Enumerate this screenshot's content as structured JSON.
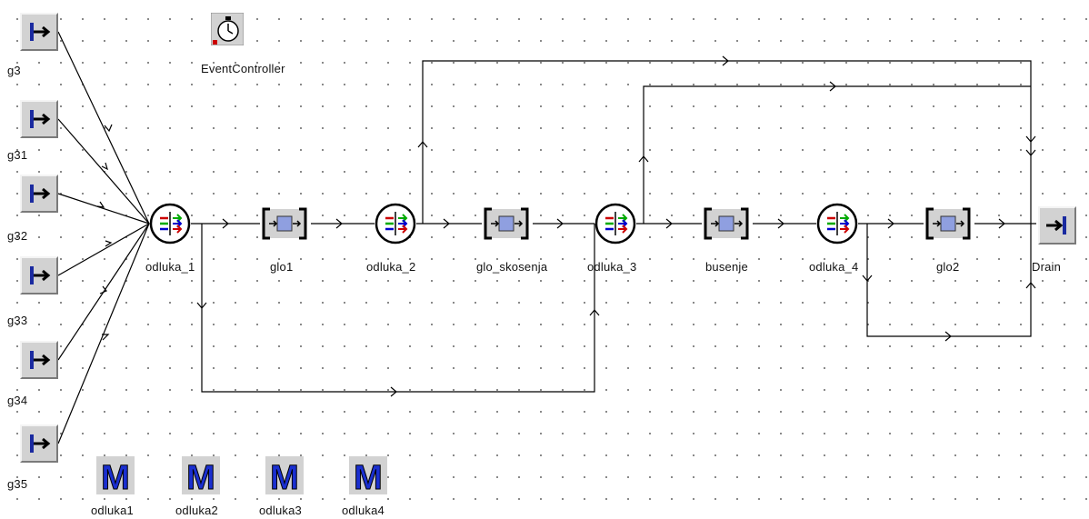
{
  "diagram": {
    "sources": [
      {
        "id": "g3",
        "label": "g3"
      },
      {
        "id": "g31",
        "label": "g31"
      },
      {
        "id": "g32",
        "label": "g32"
      },
      {
        "id": "g33",
        "label": "g33"
      },
      {
        "id": "g34",
        "label": "g34"
      },
      {
        "id": "g35",
        "label": "g35"
      }
    ],
    "selectors": [
      {
        "id": "odluka_1",
        "label": "odluka_1"
      },
      {
        "id": "odluka_2",
        "label": "odluka_2"
      },
      {
        "id": "odluka_3",
        "label": "odluka_3"
      },
      {
        "id": "odluka_4",
        "label": "odluka_4"
      }
    ],
    "servers": [
      {
        "id": "glo1",
        "label": "glo1"
      },
      {
        "id": "glo_skosenja",
        "label": "glo_skosenja"
      },
      {
        "id": "busenje",
        "label": "busenje"
      },
      {
        "id": "glo2",
        "label": "glo2"
      }
    ],
    "drain": {
      "id": "Drain",
      "label": "Drain"
    },
    "event_controller": {
      "label": "EventController"
    },
    "mcode_blocks": [
      {
        "label": "odluka1"
      },
      {
        "label": "odluka2"
      },
      {
        "label": "odluka3"
      },
      {
        "label": "odluka4"
      }
    ],
    "colors": {
      "block_fill": "#d2d2d2",
      "server_inner": "#8f9fe0",
      "mcode_letter": "#1a2fd0",
      "line": "#000000"
    }
  }
}
